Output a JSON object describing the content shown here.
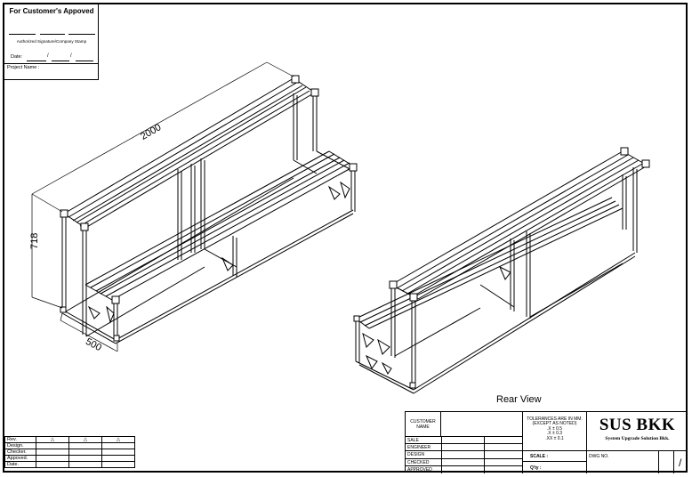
{
  "approval": {
    "title": "For Customer's  Appoved",
    "stamp_label": "Authorized Signature/Company Stamp",
    "date_label": "Date:",
    "date_sep1": "/",
    "date_sep2": "/",
    "project_label": "Project Name :"
  },
  "drawing": {
    "dim_length": "2000",
    "dim_height": "718",
    "dim_depth": "500",
    "view_label": "Rear View"
  },
  "revision": {
    "rows": [
      "Rev.",
      "Design.",
      "Checker.",
      "Appoved.",
      "Date."
    ]
  },
  "title_block": {
    "customer_name_label": "CUSTOMER NAME",
    "roles": [
      "SALE",
      "ENGINEER",
      "DESIGN",
      "CHECKED",
      "APPROVED"
    ],
    "tolerance_header": "TOLERANCES ARE IN MM.",
    "tolerance_note": "(EXCEPT AS NOTED)",
    "tolerances": [
      ".X    ±  0.5",
      ".X    ±  0.3",
      ".XX  ±  0.1"
    ],
    "scale_label": "SCALE :",
    "qty_label": "Q'ty :",
    "company_name": "SUS BKK",
    "company_sub": "System Upgrade Solution Bkk.",
    "dwg_label": "DWG NO.",
    "dwg_slash": "/"
  }
}
